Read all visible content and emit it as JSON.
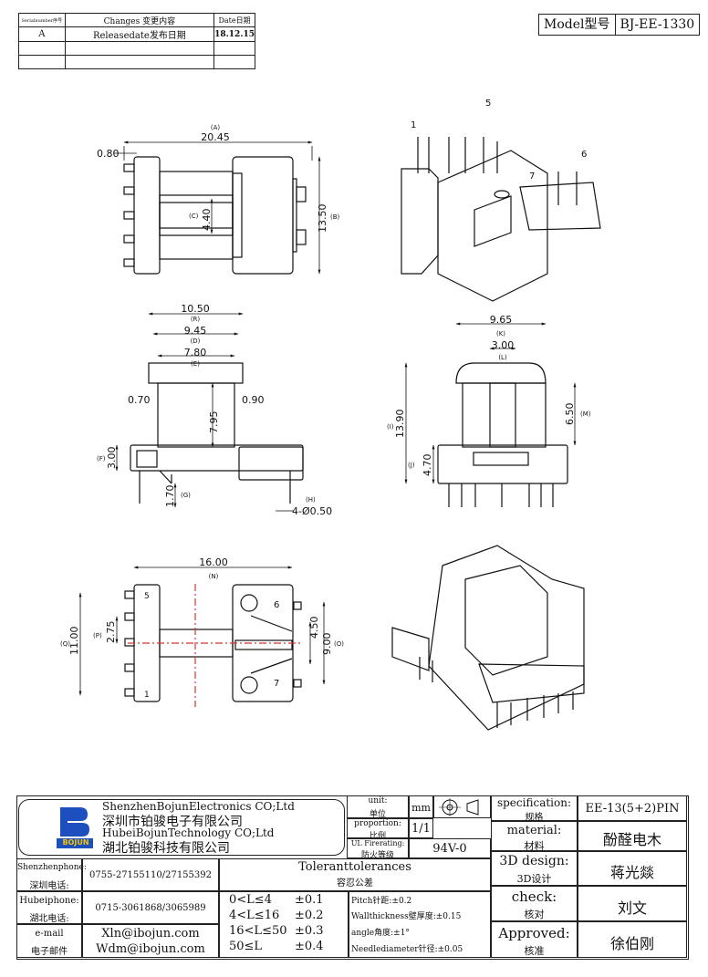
{
  "revision_table": {
    "headers": [
      "Serialnumber序号",
      "Changes 变更内容",
      "Date日期"
    ],
    "rows": [
      [
        "A",
        "Releasedate发布日期",
        "18.12.15"
      ],
      [
        "",
        "",
        ""
      ],
      [
        "",
        "",
        ""
      ]
    ]
  },
  "model": {
    "label": "Model型号",
    "value": "BJ-EE-1330"
  },
  "dims": {
    "A_val": "20.45",
    "A": "(A)",
    "B_val": "13.50",
    "B": "(B)",
    "C_val": "4.40",
    "C": "(C)",
    "top_left": "0.80",
    "R_val": "10.50",
    "R": "(R)",
    "D_val": "9.45",
    "D": "(D)",
    "E_val": "7.80",
    "E": "(E)",
    "left070": "0.70",
    "right090": "0.90",
    "mid795": "7.95",
    "F_val": "3.00",
    "F": "(F)",
    "G_val": "1.70",
    "G": "(G)",
    "H": "(H)",
    "H_val": "4-Ø0.50",
    "K_val": "9.65",
    "K": "(K)",
    "L_val": "3.00",
    "L": "(L)",
    "I_val": "13.90",
    "I": "(I)",
    "M_val": "6.50",
    "M": "(M)",
    "J_val": "4.70",
    "J": "(J)",
    "N_val": "16.00",
    "N": "(N)",
    "Q_val": "11.00",
    "Q": "(Q)",
    "P_val": "2.75",
    "P": "(P)",
    "b450": "4.50",
    "O_val": "9.00",
    "O": "(O)",
    "pin5": "5",
    "pin1": "1",
    "pin6": "6",
    "pin7": "7"
  },
  "iso_labels": {
    "p1": "1",
    "p5": "5",
    "p6": "6",
    "p7": "7"
  },
  "title_block": {
    "company_en1": "ShenzhenBojunElectronics CO;Ltd",
    "company_cn1": "深圳市铂骏电子有限公司",
    "company_en2": "HubeiBojunTechnology CO;Ltd",
    "company_cn2": "湖北铂骏科技有限公司",
    "logo_text": "BOJUN",
    "unit_label": "unit:",
    "unit_cn": "单位",
    "unit_value": "mm",
    "proportion_label": "proportion:",
    "proportion_cn": "比例",
    "proportion_value": "1/1",
    "ul_label": "UL Firerating:",
    "ul_cn": "防火等级",
    "ul_value": "94V-0",
    "spec_label": "specification:",
    "spec_cn": "规格",
    "spec_value": "EE-13(5+2)PIN",
    "material_label": "material:",
    "material_cn": "材料",
    "material_value": "酚醛电木",
    "design_label": "3D design:",
    "design_cn": "3D设计",
    "design_value": "蒋光燚",
    "check_label": "check:",
    "check_cn": "核对",
    "check_value": "刘文",
    "approved_label": "Approved:",
    "approved_cn": "核准",
    "approved_value": "徐伯刚",
    "sz_phone_label": "Shenzhenphone:",
    "sz_phone_cn": "深圳电话:",
    "sz_phone_value": "0755-27155110/27155392",
    "hb_phone_label": "Hubeiphone:",
    "hb_phone_cn": "湖北电话:",
    "hb_phone_value": "0715-3061868/3065989",
    "email_label": "e-mail",
    "email_cn": "电子邮件",
    "email1": "Xln@ibojun.com",
    "email2": "Wdm@ibojun.com",
    "tol_title": "Toleranttolerances",
    "tol_cn": "容忍公差",
    "tol_ranges": [
      "0<L≤4",
      "4<L≤16",
      "16<L≤50",
      "50≤L"
    ],
    "tol_values": [
      "±0.1",
      "±0.2",
      "±0.3",
      "±0.4"
    ],
    "pitch": "Pitch针距:±0.2",
    "wall": "Wallthickness壁厚度:±0.15",
    "angle": "angle角度:±1°",
    "needle": "Needlediameter针径:±0.05"
  }
}
